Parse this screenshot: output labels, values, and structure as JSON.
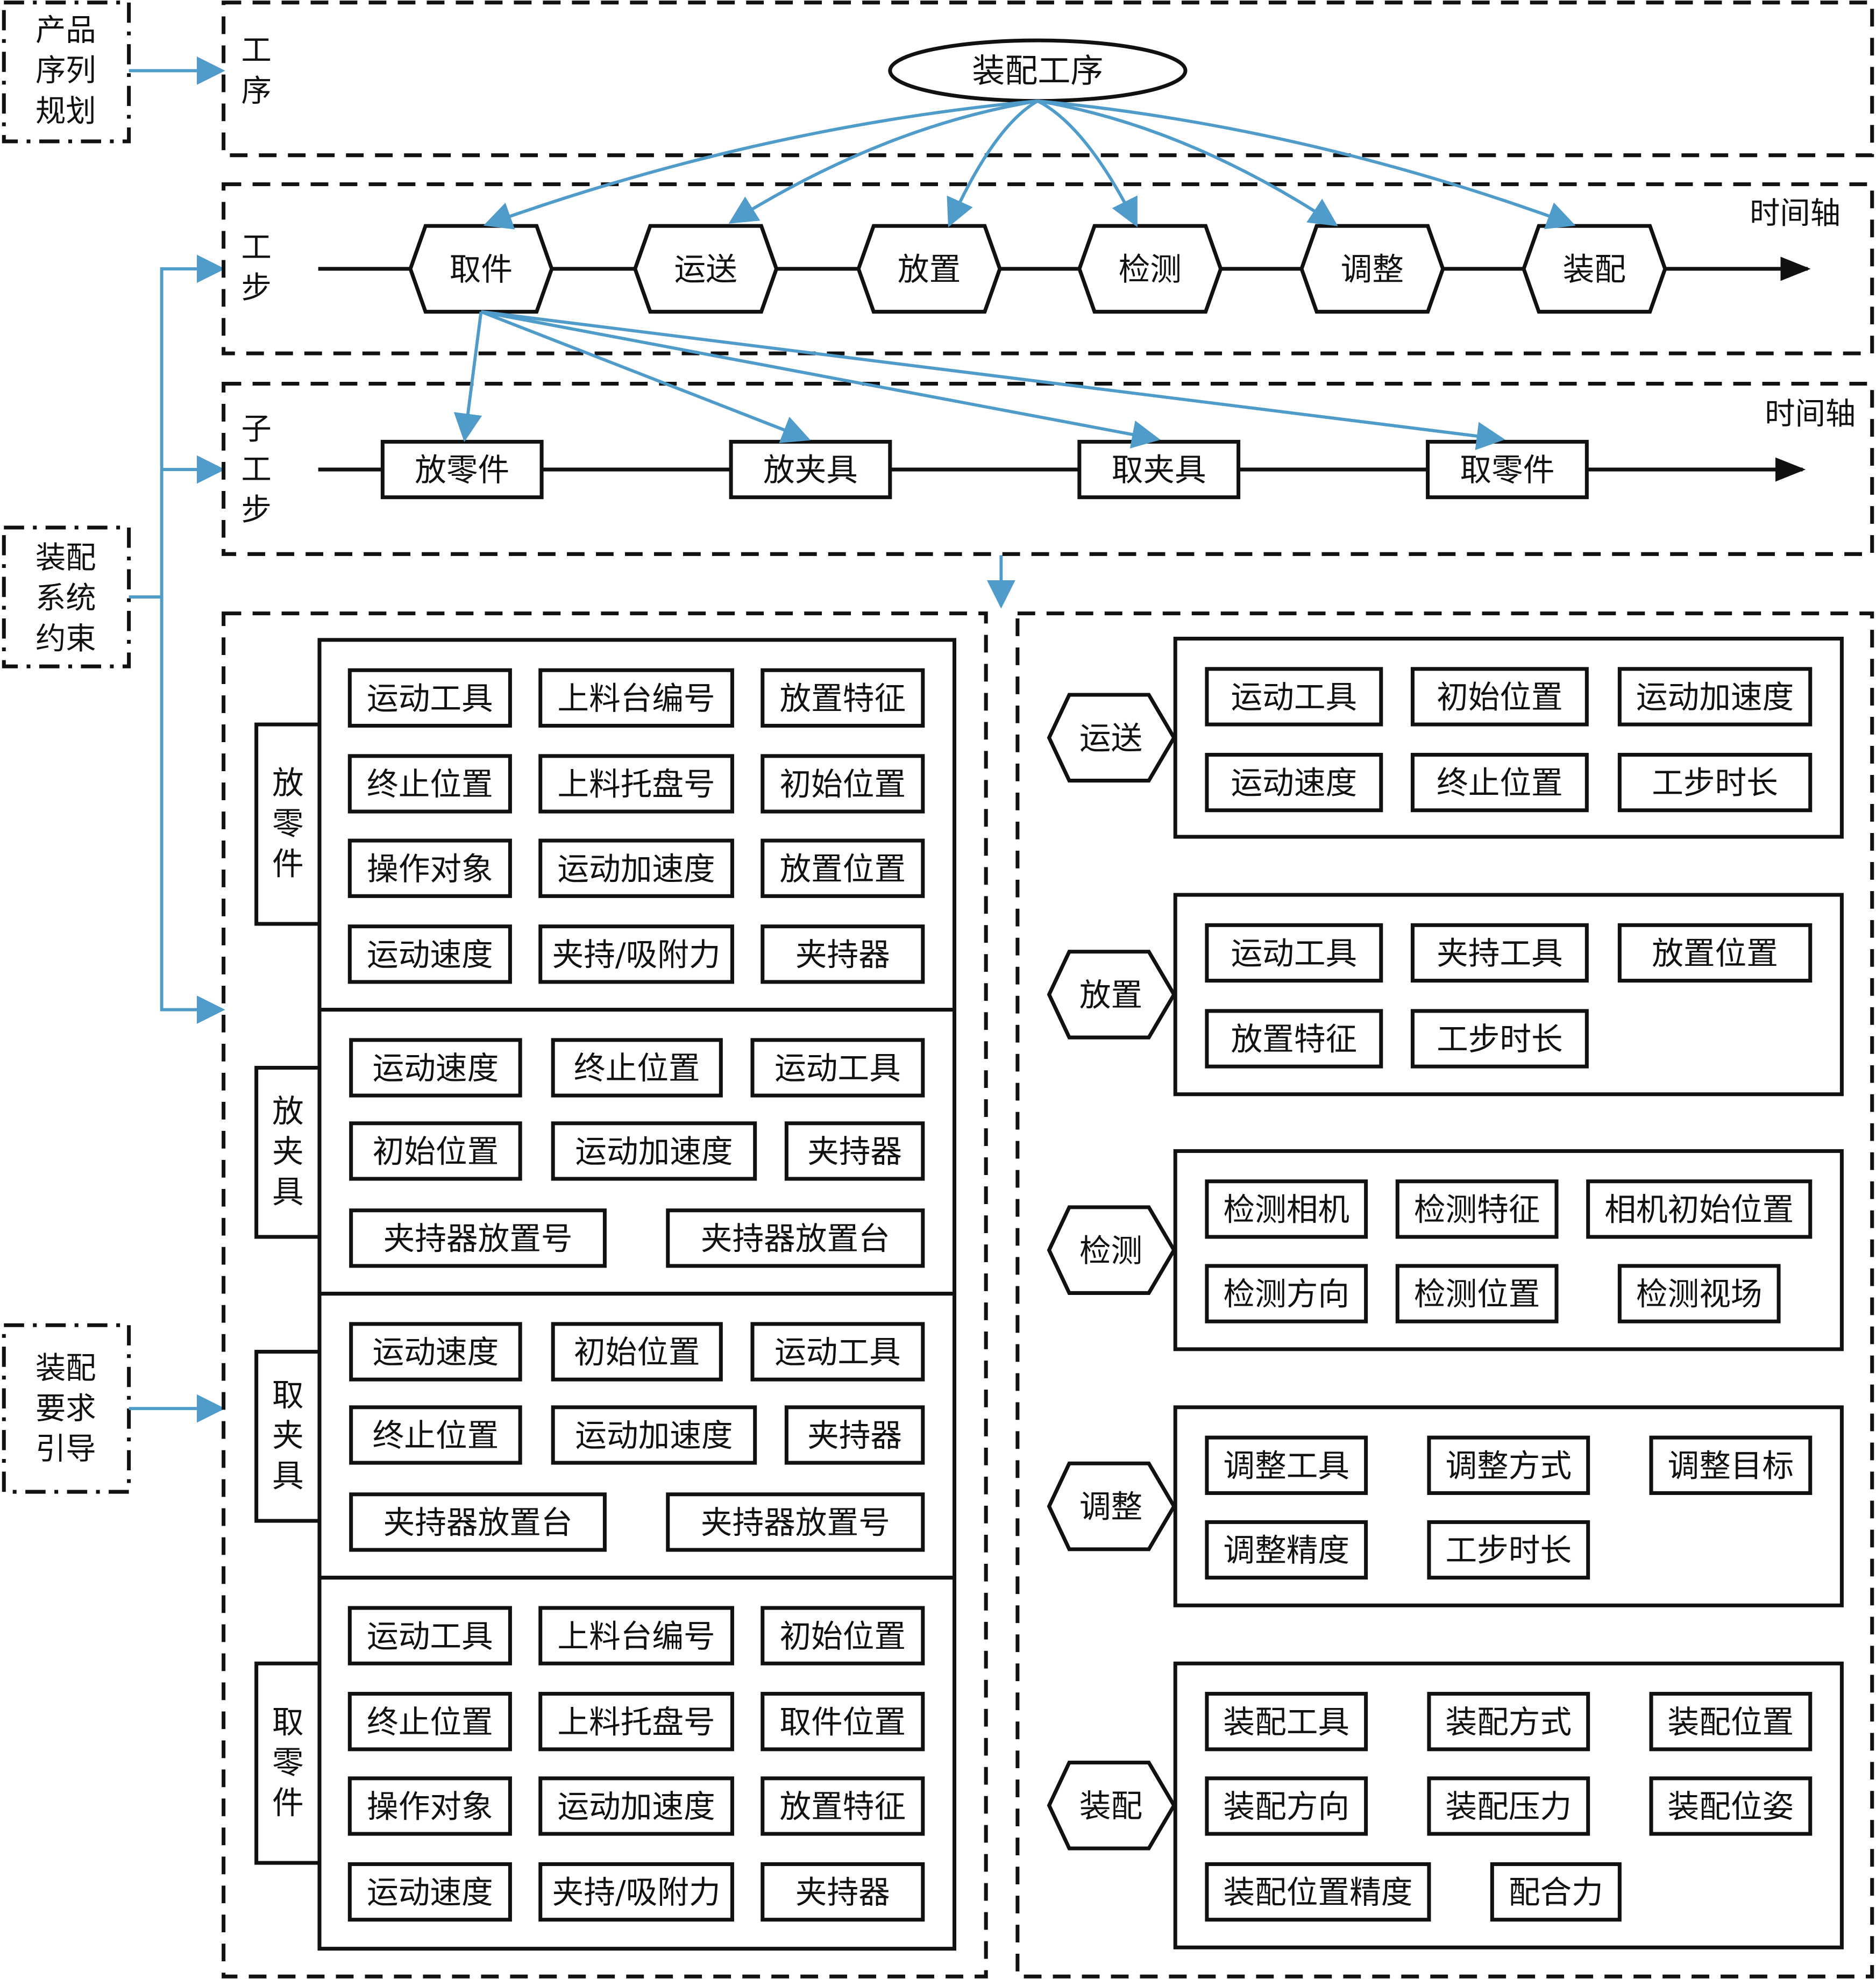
{
  "side_labels": {
    "product_planning": [
      "产品",
      "序列",
      "规划"
    ],
    "system_constraints": [
      "装配",
      "系统",
      "约束"
    ],
    "requirement_guide": [
      "装配",
      "要求",
      "引导"
    ]
  },
  "rows": {
    "process": {
      "label": [
        "工",
        "序"
      ],
      "node": "装配工序"
    },
    "steps": {
      "label": [
        "工",
        "步"
      ],
      "axis_label": "时间轴",
      "items": [
        "取件",
        "运送",
        "放置",
        "检测",
        "调整",
        "装配"
      ]
    },
    "substeps": {
      "label": [
        "子",
        "工",
        "步"
      ],
      "axis_label": "时间轴",
      "items": [
        "放零件",
        "放夹具",
        "取夹具",
        "取零件"
      ]
    }
  },
  "left_panel": {
    "groups": [
      {
        "label": [
          "放",
          "零",
          "件"
        ],
        "params": [
          "运动工具",
          "上料台编号",
          "放置特征",
          "终止位置",
          "上料托盘号",
          "初始位置",
          "操作对象",
          "运动加速度",
          "放置位置",
          "运动速度",
          "夹持/吸附力",
          "夹持器"
        ]
      },
      {
        "label": [
          "放",
          "夹",
          "具"
        ],
        "params": [
          "运动速度",
          "终止位置",
          "运动工具",
          "初始位置",
          "运动加速度",
          "夹持器",
          "夹持器放置号",
          "夹持器放置台"
        ]
      },
      {
        "label": [
          "取",
          "夹",
          "具"
        ],
        "params": [
          "运动速度",
          "初始位置",
          "运动工具",
          "终止位置",
          "运动加速度",
          "夹持器",
          "夹持器放置台",
          "夹持器放置号"
        ]
      },
      {
        "label": [
          "取",
          "零",
          "件"
        ],
        "params": [
          "运动工具",
          "上料台编号",
          "初始位置",
          "终止位置",
          "上料托盘号",
          "取件位置",
          "操作对象",
          "运动加速度",
          "放置特征",
          "运动速度",
          "夹持/吸附力",
          "夹持器"
        ]
      }
    ]
  },
  "right_panel": {
    "groups": [
      {
        "label": "运送",
        "params": [
          "运动工具",
          "初始位置",
          "运动加速度",
          "运动速度",
          "终止位置",
          "工步时长"
        ]
      },
      {
        "label": "放置",
        "params": [
          "运动工具",
          "夹持工具",
          "放置位置",
          "放置特征",
          "工步时长"
        ]
      },
      {
        "label": "检测",
        "params": [
          "检测相机",
          "检测特征",
          "相机初始位置",
          "检测方向",
          "检测位置",
          "检测视场"
        ]
      },
      {
        "label": "调整",
        "params": [
          "调整工具",
          "调整方式",
          "调整目标",
          "调整精度",
          "工步时长"
        ]
      },
      {
        "label": "装配",
        "params": [
          "装配工具",
          "装配方式",
          "装配位置",
          "装配方向",
          "装配压力",
          "装配位姿",
          "装配位置精度",
          "配合力"
        ]
      }
    ]
  },
  "colors": {
    "arrow": "#4f9bc9",
    "line": "#111111"
  }
}
